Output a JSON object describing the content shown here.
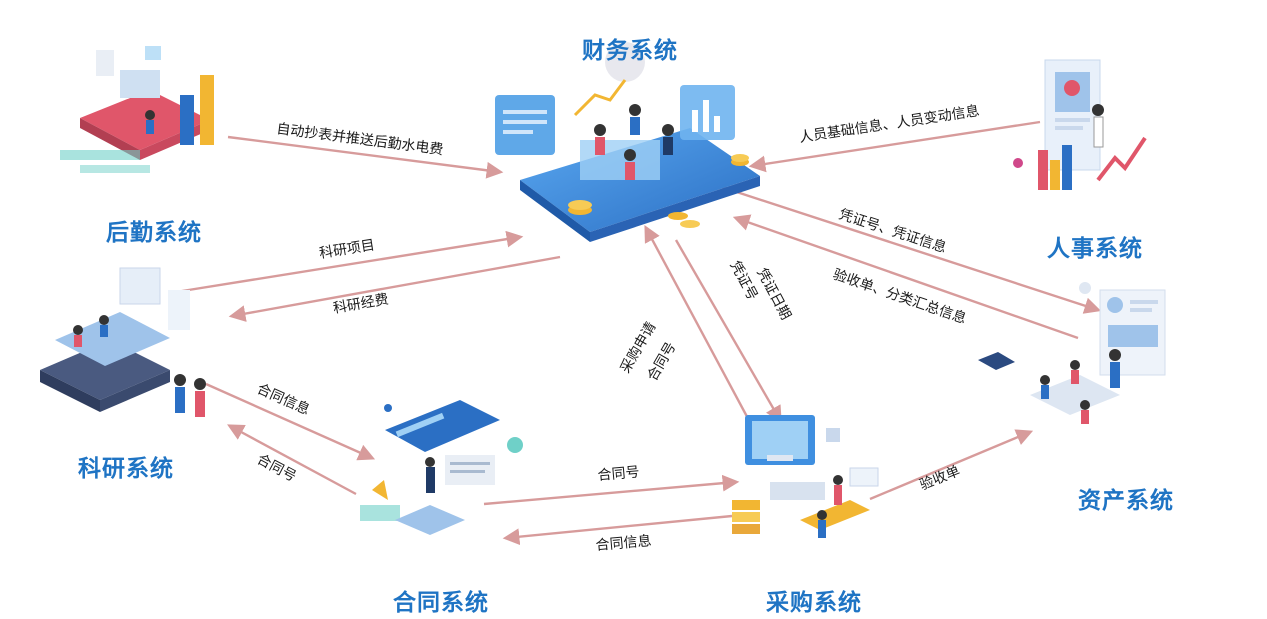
{
  "systems": {
    "finance": "财务系统",
    "logistics": "后勤系统",
    "hr": "人事系统",
    "research": "科研系统",
    "contract": "合同系统",
    "purchase": "采购系统",
    "assets": "资产系统"
  },
  "edges": {
    "logistics_finance": "自动抄表并推送后勤水电费",
    "hr_finance": "人员基础信息、人员变动信息",
    "research_finance": "科研项目",
    "finance_research": "科研经费",
    "finance_assets": "凭证号、凭证信息",
    "assets_finance": "验收单、分类汇总信息",
    "purchase_finance_1": "采购申请",
    "purchase_finance_2": "合同号",
    "finance_purchase_1": "凭证号",
    "finance_purchase_2": "凭证日期",
    "research_contract": "合同信息",
    "contract_research": "合同号",
    "contract_purchase": "合同号",
    "purchase_contract": "合同信息",
    "purchase_assets": "验收单"
  },
  "colors": {
    "title_blue": "#1f74c4",
    "arrow_pink": "#d79b9b",
    "illustration_blue": "#3f8fe0",
    "illustration_red": "#e0566a",
    "accent_gold": "#f2b632"
  }
}
